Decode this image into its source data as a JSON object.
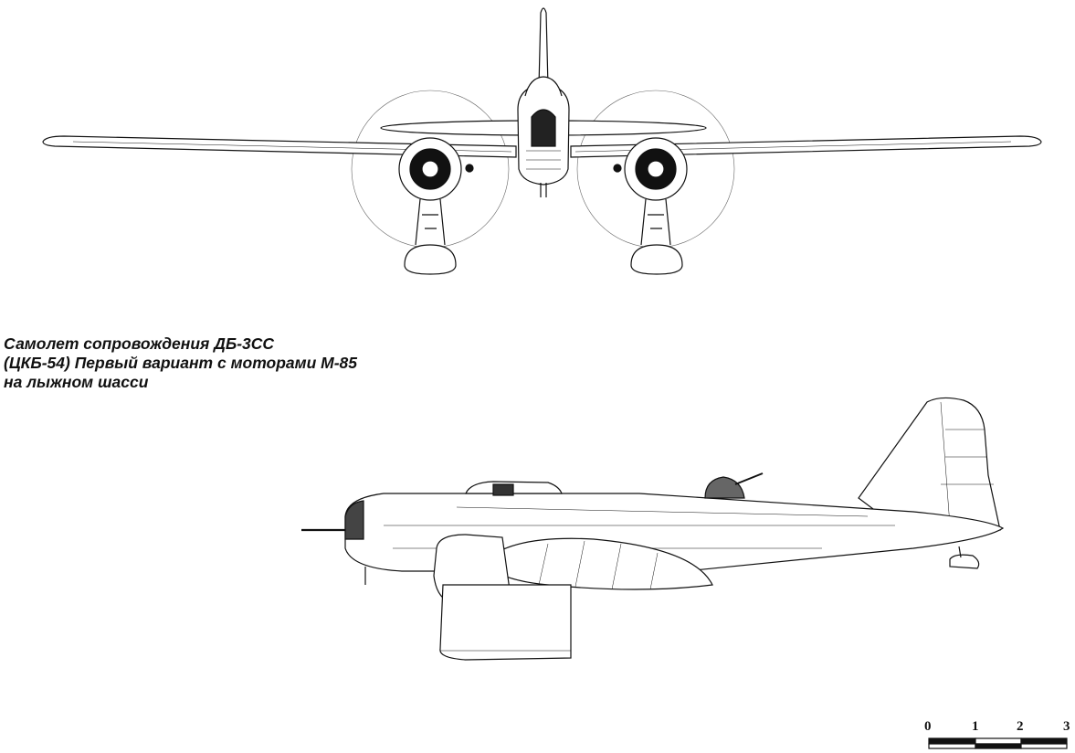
{
  "caption": {
    "line1": "Самолет сопровождения ДБ-3СС",
    "line2": "(ЦКБ-54) Первый вариант с моторами М-85",
    "line3": "на лыжном шасси"
  },
  "scale_bar": {
    "labels": [
      "0",
      "1",
      "2",
      "3"
    ]
  },
  "colors": {
    "ink": "#111111",
    "background": "#ffffff"
  }
}
